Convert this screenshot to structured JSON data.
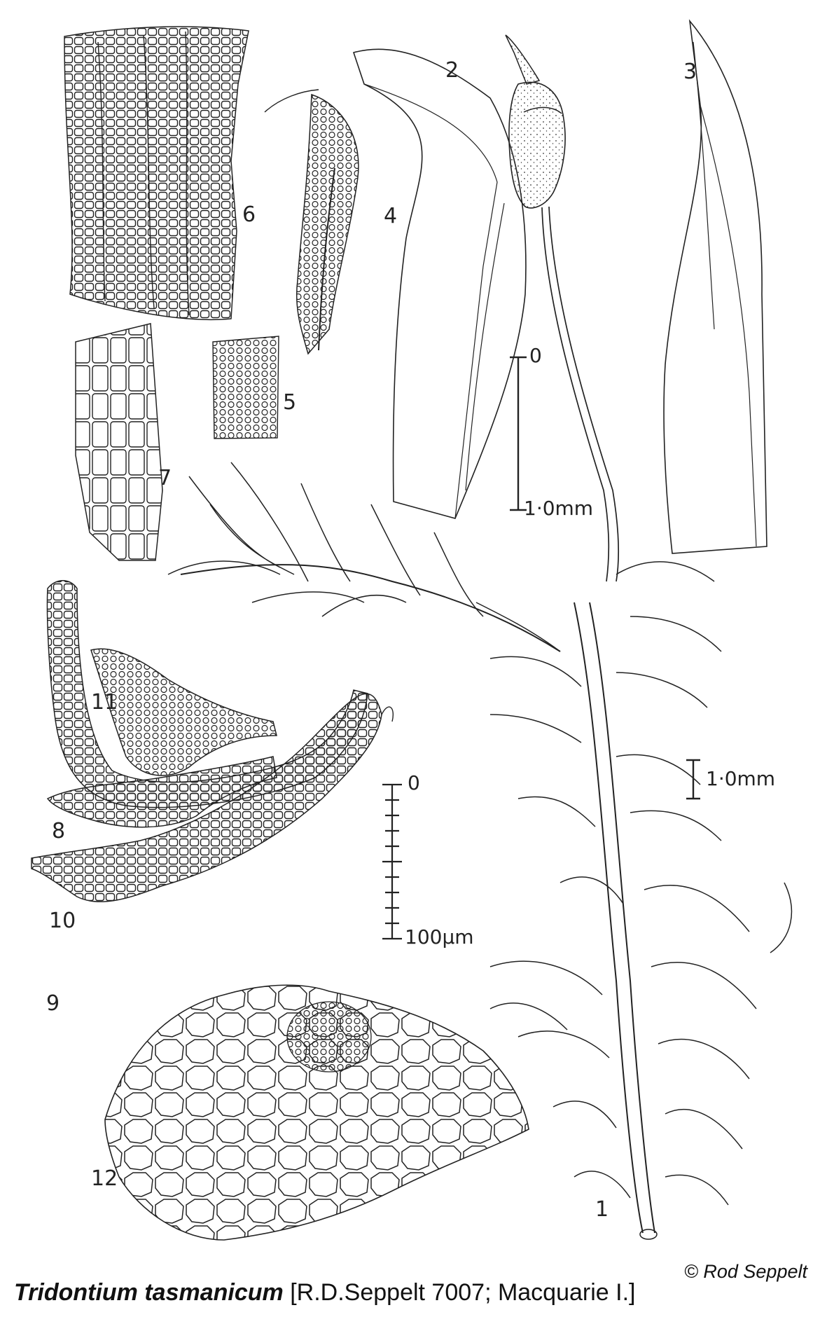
{
  "caption": {
    "taxon": "Tridontium tasmanicum",
    "details": "[R.D.Seppelt 7007; Macquarie I.]"
  },
  "copyright": "© Rod Seppelt",
  "figure_numbers": [
    "1",
    "2",
    "3",
    "4",
    "5",
    "6",
    "7",
    "8",
    "9",
    "10",
    "11",
    "12"
  ],
  "scale_bars": {
    "leaf_scale": {
      "top": "0",
      "bottom": "1·0mm"
    },
    "habit_scale": {
      "label": "1·0mm"
    },
    "cell_scale": {
      "top": "0",
      "bottom": "100µm"
    }
  }
}
